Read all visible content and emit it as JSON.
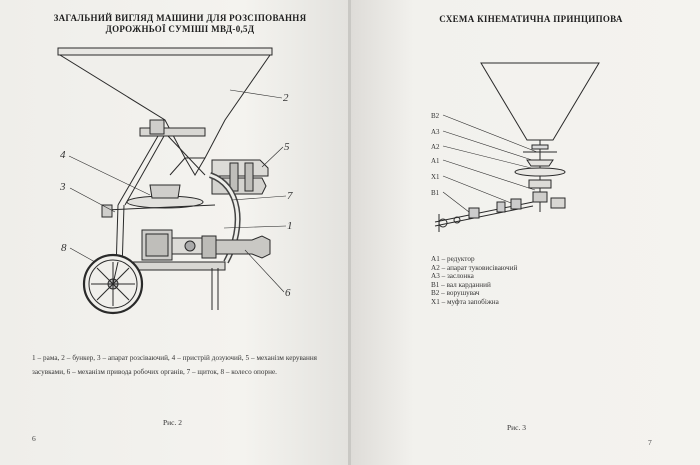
{
  "left_page": {
    "title": "ЗАГАЛЬНИЙ ВИГЛЯД МАШИНИ ДЛЯ РОЗСІПОВАННЯ\nДОРОЖНЬОЇ СУМІШІ МВД-0,5Д",
    "callouts": [
      "2",
      "5",
      "4",
      "3",
      "7",
      "1",
      "8",
      "6"
    ],
    "caption": "1 – рама, 2 – бункер, 3 – апарат розсіваючий, 4 – пристрій дозуючий, 5 – механізм керування засувками, 6 – механізм привода робочих органів, 7 – щиток, 8 – колесо опорне.",
    "figure_label": "Рис. 2",
    "page_number": "6"
  },
  "right_page": {
    "title": "СХЕМА КІНЕМАТИЧНА ПРИНЦИПОВА",
    "labels": [
      "В2",
      "А3",
      "А2",
      "А1",
      "Х1",
      "В1"
    ],
    "legend": [
      "А1 – редуктор",
      "А2 – апарат туковисіваючий",
      "А3 – заслонка",
      "В1 – вал карданний",
      "В2 – ворушувач",
      "Х1 – муфта запобіжна"
    ],
    "figure_label": "Рис. 3",
    "page_number": "7"
  }
}
